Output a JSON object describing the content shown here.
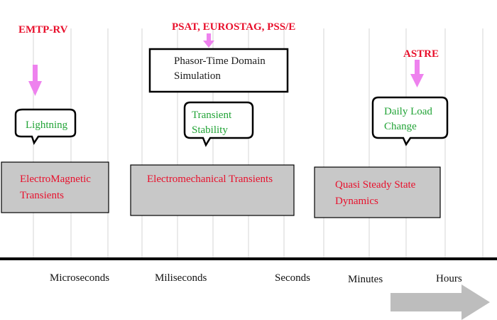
{
  "tools": {
    "emtp": "EMTP-RV",
    "phasor": "PSAT, EUROSTAG, PSS/E",
    "astre": "ASTRE"
  },
  "simulation_box": {
    "label": "Phasor-Time Domain\nSimulation"
  },
  "bubbles": {
    "lightning": "Lightning",
    "transient_stability": "Transient\n        Stability",
    "daily_load_change": "Daily Load\n  Change"
  },
  "bands": {
    "electromagnetic": "ElectroMagnetic\n    Transients",
    "electromechanical": "Electromechanical Transients",
    "quasi_steady_state": "Quasi Steady State\nDynamics"
  },
  "axis_labels": {
    "microseconds": "Microseconds",
    "miliseconds": "Miliseconds",
    "seconds": "Seconds",
    "minutes": "Minutes",
    "hours": "Hours"
  },
  "colors": {
    "tool_text": "#e8102c",
    "bubble_text": "#21a336",
    "band_fill": "#c8c8c8",
    "pointer_arrow": "#ee82ee",
    "time_arrow": "#bdbdbd",
    "axis_line": "#000000",
    "grid_line": "#d6d6d6"
  }
}
